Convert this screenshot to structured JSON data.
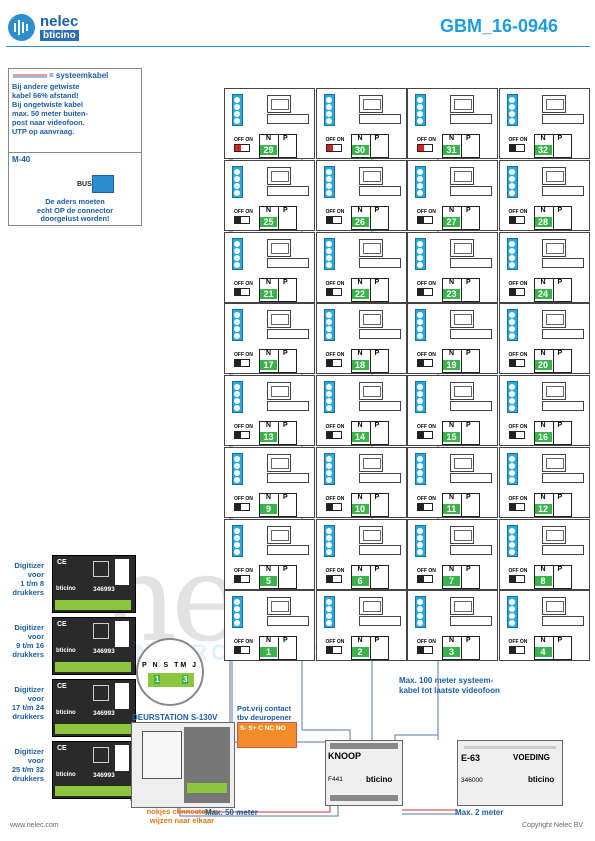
{
  "header": {
    "brand": "nelec",
    "brand_sub": "bticino",
    "doc_id": "GBM_16-0946"
  },
  "legend": {
    "title": "= systeemkabel",
    "text": "Bij andere getwiste\nkabel 66% afstand!\nBij ongetwiste kabel\nmax. 50 meter buiten-\npost naar videofoon.\nUTP op aanvraag."
  },
  "m40": {
    "title": "M-40",
    "bus": "BUS",
    "note": "De aders moeten\necht OP de connector\ndoorgelust worden!"
  },
  "units": {
    "switch_label": "OFF ON",
    "n_label": "N",
    "p_label": "P",
    "rows": [
      [
        29,
        30,
        31,
        32
      ],
      [
        25,
        26,
        27,
        28
      ],
      [
        21,
        22,
        23,
        24
      ],
      [
        17,
        18,
        19,
        20
      ],
      [
        13,
        14,
        15,
        16
      ],
      [
        9,
        10,
        11,
        12
      ],
      [
        5,
        6,
        7,
        8
      ],
      [
        1,
        2,
        3,
        4
      ]
    ]
  },
  "watermark": {
    "big": "ne",
    "sub": "INTERCOM MADE EASY"
  },
  "digitizers": [
    {
      "label": "Digitizer\nvoor\n1 t/m 8\ndrukkers",
      "code": "346993"
    },
    {
      "label": "Digitizer\nvoor\n9 t/m 16\ndrukkers",
      "code": "346993"
    },
    {
      "label": "Digitizer\nvoor\n17 t/m 24\ndrukkers",
      "code": "346993"
    },
    {
      "label": "Digitizer\nvoor\n25 t/m 32\ndrukkers",
      "code": "346993"
    }
  ],
  "digitizer_brand": "bticino",
  "digitizer_ce": "CE",
  "inset": {
    "header": "P N S TM J",
    "left_num": "1",
    "right_num": "3"
  },
  "deurstation": {
    "title": "DEURSTATION S-130V",
    "note": "nokjes connectoren\nwijzen naar elkaar"
  },
  "pot": {
    "label": "Pot.vrij contact\ntbv deuropener",
    "terminals": "S- S+ C NC NO"
  },
  "knoop": {
    "title": "KNOOP",
    "code": "F441",
    "brand": "bticino"
  },
  "voeding": {
    "title": "E-63",
    "subtitle": "VOEDING",
    "code": "346000",
    "brand": "bticino"
  },
  "cables": {
    "max100": "Max. 100 meter systeem-\nkabel tot laatste videofoon",
    "max50": "Max. 50 meter",
    "max2": "Max. 2 meter"
  },
  "footer": {
    "left": "www.nelec.com",
    "right": "Copyright Nelec BV"
  },
  "colors": {
    "accent": "#1a9ee0",
    "text_blue": "#1a5fa8",
    "unit_green": "#3ab34a",
    "pot_orange": "#f28c28",
    "note_orange": "#e77817"
  }
}
